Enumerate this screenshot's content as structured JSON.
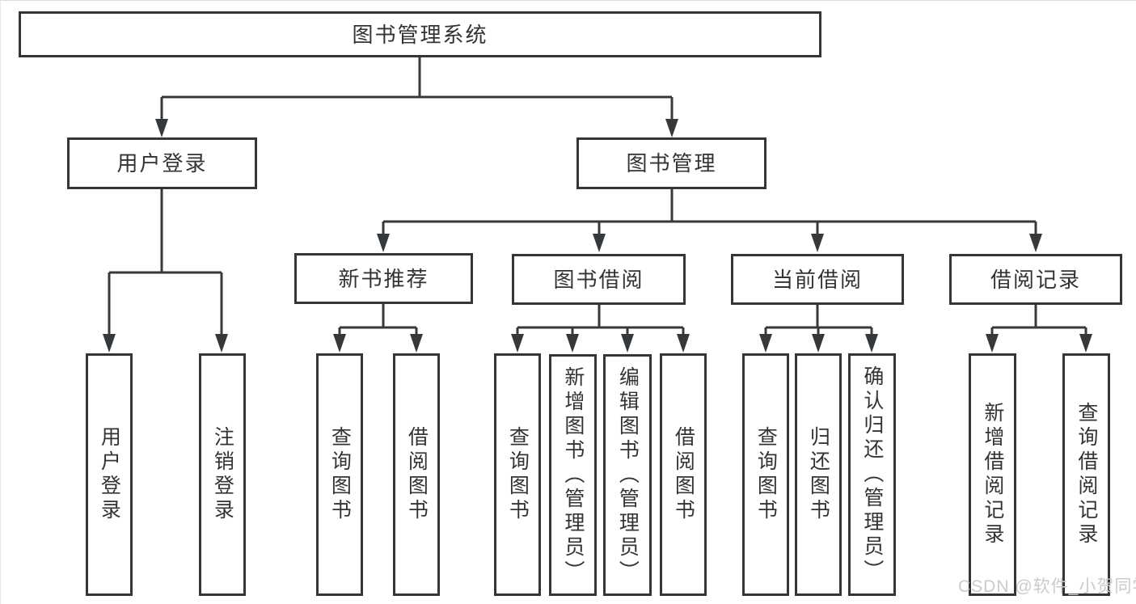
{
  "tree": {
    "root": {
      "label": "图书管理系统",
      "children": [
        {
          "label": "用户登录",
          "children": [
            {
              "label": "用户登录"
            },
            {
              "label": "注销登录"
            }
          ]
        },
        {
          "label": "图书管理",
          "children": [
            {
              "label": "新书推荐",
              "children": [
                {
                  "label": "查询图书"
                },
                {
                  "label": "借阅图书"
                }
              ]
            },
            {
              "label": "图书借阅",
              "children": [
                {
                  "label": "查询图书"
                },
                {
                  "label": "新增图书（管理员）"
                },
                {
                  "label": "编辑图书（管理员）"
                },
                {
                  "label": "借阅图书"
                }
              ]
            },
            {
              "label": "当前借阅",
              "children": [
                {
                  "label": "查询图书"
                },
                {
                  "label": "归还图书"
                },
                {
                  "label": "确认归还（管理员）"
                }
              ]
            },
            {
              "label": "借阅记录",
              "children": [
                {
                  "label": "新增借阅记录"
                },
                {
                  "label": "查询借阅记录"
                }
              ]
            }
          ]
        }
      ]
    }
  },
  "watermark": "CSDN @软件_小贺同学",
  "colors": {
    "line": "#36393c",
    "box_border": "#323639",
    "text": "#333333",
    "background": "#ffffff",
    "watermark": "#cbcbcb"
  }
}
